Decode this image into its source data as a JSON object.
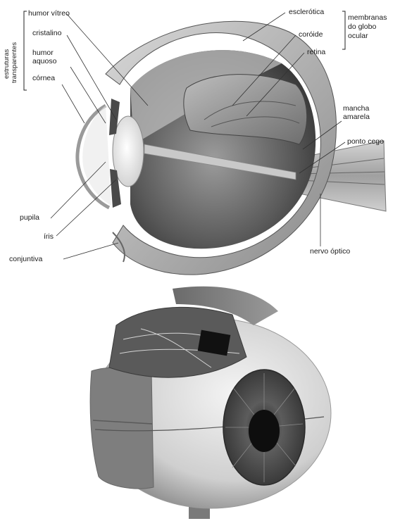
{
  "top_diagram": {
    "group_left": {
      "line1": "estruturas",
      "line2": "transparentes"
    },
    "group_right": {
      "line1": "membranas",
      "line2": "do globo",
      "line3": "ocular"
    },
    "labels": {
      "humor_vitreo": "humor vítreo",
      "cristalino": "cristalino",
      "humor_aquoso_1": "humor",
      "humor_aquoso_2": "aquoso",
      "cornea": "córnea",
      "esclerotica": "esclerótica",
      "coroide": "coróide",
      "retina": "retina",
      "mancha_1": "mancha",
      "mancha_2": "amarela",
      "ponto_cego": "ponto cego",
      "pupila": "pupila",
      "iris": "íris",
      "conjuntiva": "conjuntiva",
      "nervo_optico": "nervo óptico"
    }
  },
  "bottom_model": {}
}
